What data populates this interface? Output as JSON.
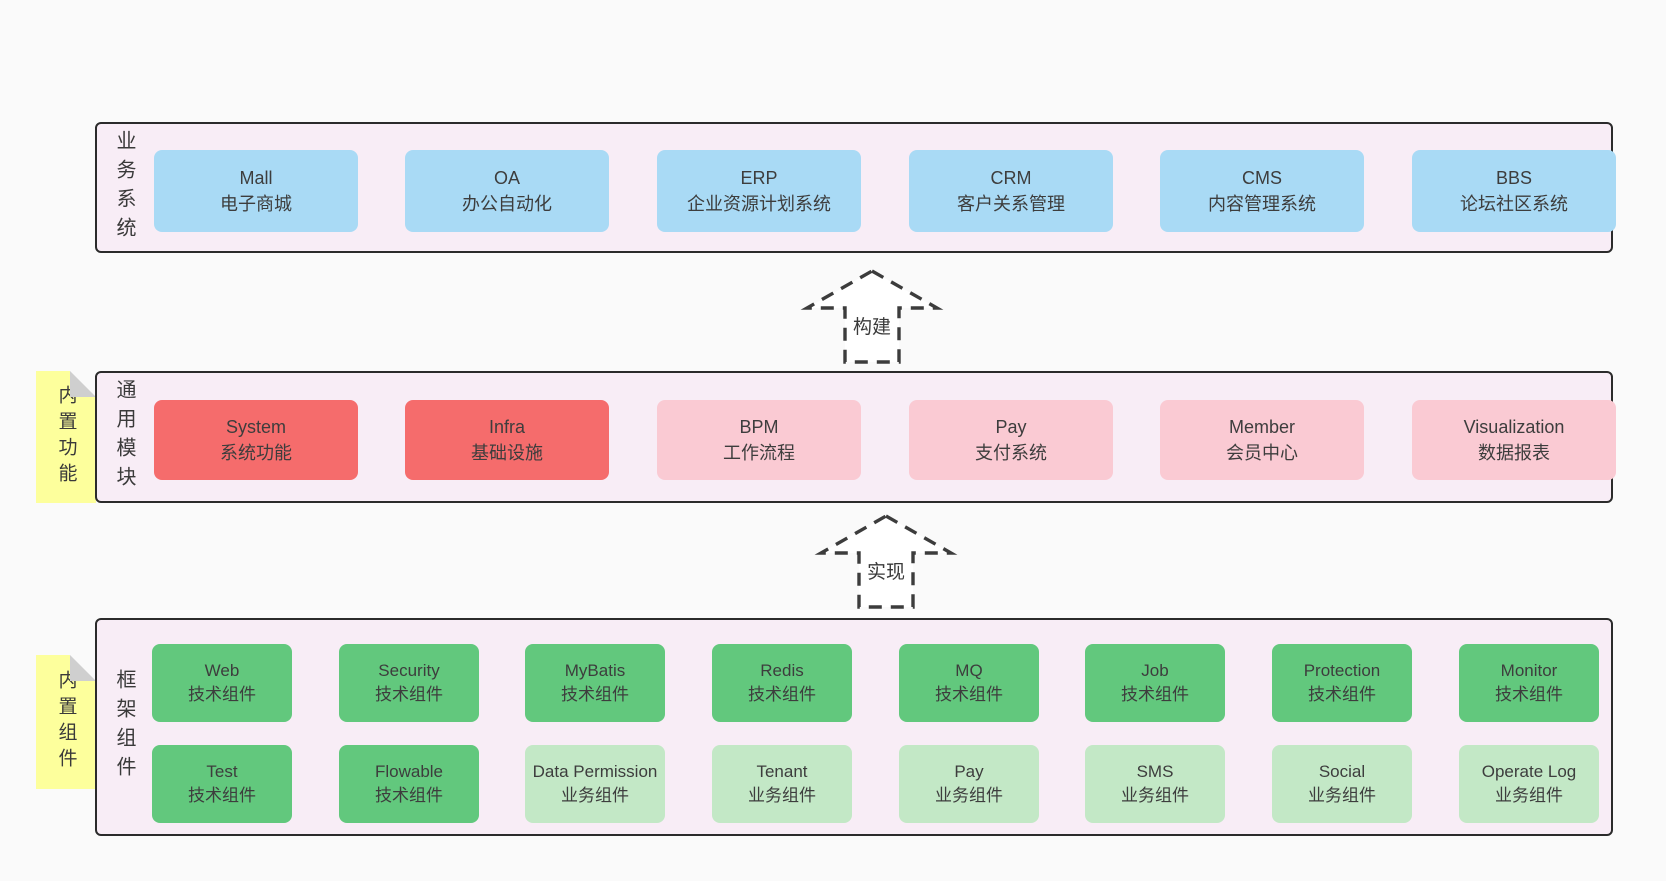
{
  "colors": {
    "page_bg": "#fafafa",
    "panel_bg": "#f8edf6",
    "panel_border": "#2b2b2b",
    "blue_box": "#a9daf5",
    "red_box": "#f56c6c",
    "pink_box": "#facad3",
    "green_box": "#62c87d",
    "light_green_box": "#c3e8c6",
    "note_bg": "#fdff9c",
    "note_fold": "#cfcfcf",
    "text": "#3d3d3d"
  },
  "arrows": [
    {
      "label": "构建"
    },
    {
      "label": "实现"
    }
  ],
  "layers": [
    {
      "label": "业务系统",
      "boxes": [
        {
          "title": "Mall",
          "subtitle": "电子商城",
          "variant": "blue"
        },
        {
          "title": "OA",
          "subtitle": "办公自动化",
          "variant": "blue"
        },
        {
          "title": "ERP",
          "subtitle": "企业资源计划系统",
          "variant": "blue"
        },
        {
          "title": "CRM",
          "subtitle": "客户关系管理",
          "variant": "blue"
        },
        {
          "title": "CMS",
          "subtitle": "内容管理系统",
          "variant": "blue"
        },
        {
          "title": "BBS",
          "subtitle": "论坛社区系统",
          "variant": "blue"
        }
      ]
    },
    {
      "label": "通用模块",
      "note": "内置功能",
      "boxes": [
        {
          "title": "System",
          "subtitle": "系统功能",
          "variant": "red"
        },
        {
          "title": "Infra",
          "subtitle": "基础设施",
          "variant": "red"
        },
        {
          "title": "BPM",
          "subtitle": "工作流程",
          "variant": "pink"
        },
        {
          "title": "Pay",
          "subtitle": "支付系统",
          "variant": "pink"
        },
        {
          "title": "Member",
          "subtitle": "会员中心",
          "variant": "pink"
        },
        {
          "title": "Visualization",
          "subtitle": "数据报表",
          "variant": "pink"
        }
      ]
    },
    {
      "label": "框架组件",
      "note": "内置组件",
      "rows": [
        [
          {
            "title": "Web",
            "subtitle": "技术组件",
            "variant": "green"
          },
          {
            "title": "Security",
            "subtitle": "技术组件",
            "variant": "green"
          },
          {
            "title": "MyBatis",
            "subtitle": "技术组件",
            "variant": "green"
          },
          {
            "title": "Redis",
            "subtitle": "技术组件",
            "variant": "green"
          },
          {
            "title": "MQ",
            "subtitle": "技术组件",
            "variant": "green"
          },
          {
            "title": "Job",
            "subtitle": "技术组件",
            "variant": "green"
          },
          {
            "title": "Protection",
            "subtitle": "技术组件",
            "variant": "green"
          },
          {
            "title": "Monitor",
            "subtitle": "技术组件",
            "variant": "green"
          }
        ],
        [
          {
            "title": "Test",
            "subtitle": "技术组件",
            "variant": "green"
          },
          {
            "title": "Flowable",
            "subtitle": "技术组件",
            "variant": "green"
          },
          {
            "title": "Data Permission",
            "subtitle": "业务组件",
            "variant": "lgreen"
          },
          {
            "title": "Tenant",
            "subtitle": "业务组件",
            "variant": "lgreen"
          },
          {
            "title": "Pay",
            "subtitle": "业务组件",
            "variant": "lgreen"
          },
          {
            "title": "SMS",
            "subtitle": "业务组件",
            "variant": "lgreen"
          },
          {
            "title": "Social",
            "subtitle": "业务组件",
            "variant": "lgreen"
          },
          {
            "title": "Operate Log",
            "subtitle": "业务组件",
            "variant": "lgreen"
          }
        ]
      ]
    }
  ]
}
